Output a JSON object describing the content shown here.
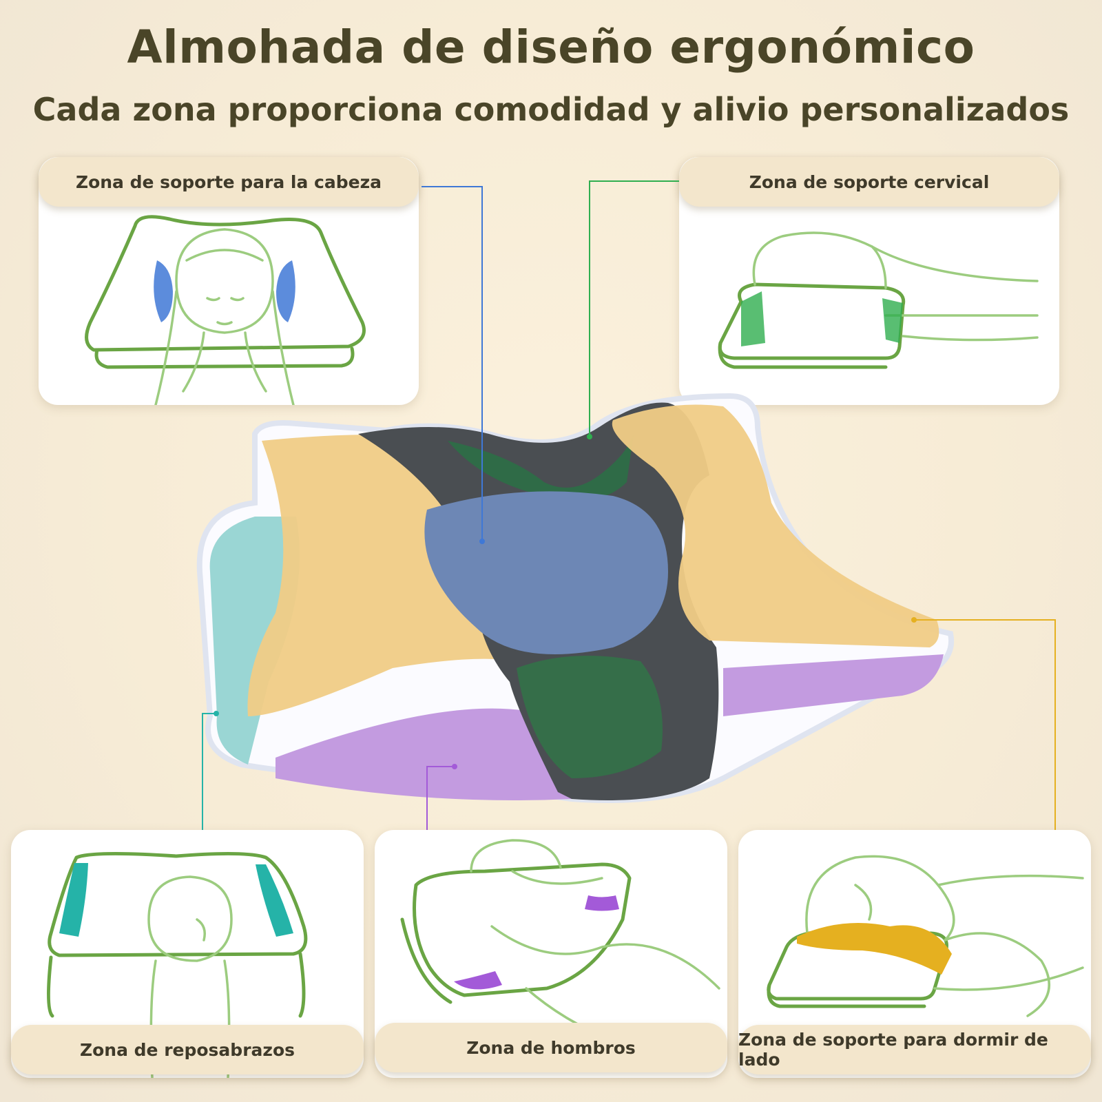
{
  "header": {
    "title": "Almohada de diseño ergonómico",
    "subtitle": "Cada zona proporciona comodidad y alivio personalizados"
  },
  "zones": {
    "head": "Zona de soporte para la cabeza",
    "cervical": "Zona de soporte cervical",
    "armrest": "Zona de reposabrazos",
    "shoulders": "Zona de hombros",
    "side": "Zona de soporte para dormir de lado"
  },
  "colors": {
    "outline_green": "#6aa544",
    "head_zone": "#3f78d6",
    "cervical_zone": "#2fae4f",
    "armrest_zone": "#25b3a8",
    "shoulder_zone": "#a35ad8",
    "side_zone": "#e5b020"
  }
}
